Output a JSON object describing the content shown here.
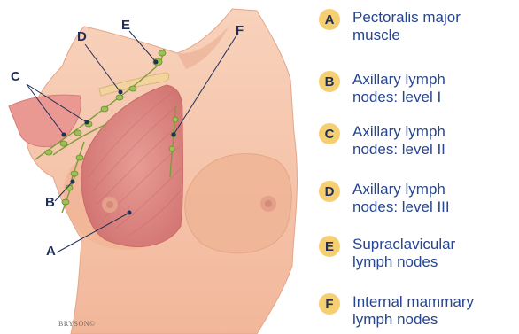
{
  "badge_color": "#f6cf72",
  "text_color": "#27468f",
  "letter_color": "#1f2f57",
  "skin_color": "#f6c4a8",
  "muscle_color": "#de8784",
  "node_color": "#8fb84a",
  "figure": {
    "labels": {
      "A": "A",
      "B": "B",
      "C": "C",
      "D": "D",
      "E": "E",
      "F": "F"
    },
    "credit": "BRYSON©"
  },
  "legend": [
    {
      "letter": "A",
      "line1": "Pectoralis major",
      "line2": "muscle"
    },
    {
      "letter": "B",
      "line1": "Axillary lymph",
      "line2": "nodes: level I"
    },
    {
      "letter": "C",
      "line1": "Axillary lymph",
      "line2": "nodes: level II"
    },
    {
      "letter": "D",
      "line1": "Axillary lymph",
      "line2": "nodes: level III"
    },
    {
      "letter": "E",
      "line1": "Supraclavicular",
      "line2": "lymph nodes"
    },
    {
      "letter": "F",
      "line1": "Internal mammary",
      "line2": "lymph nodes"
    }
  ]
}
